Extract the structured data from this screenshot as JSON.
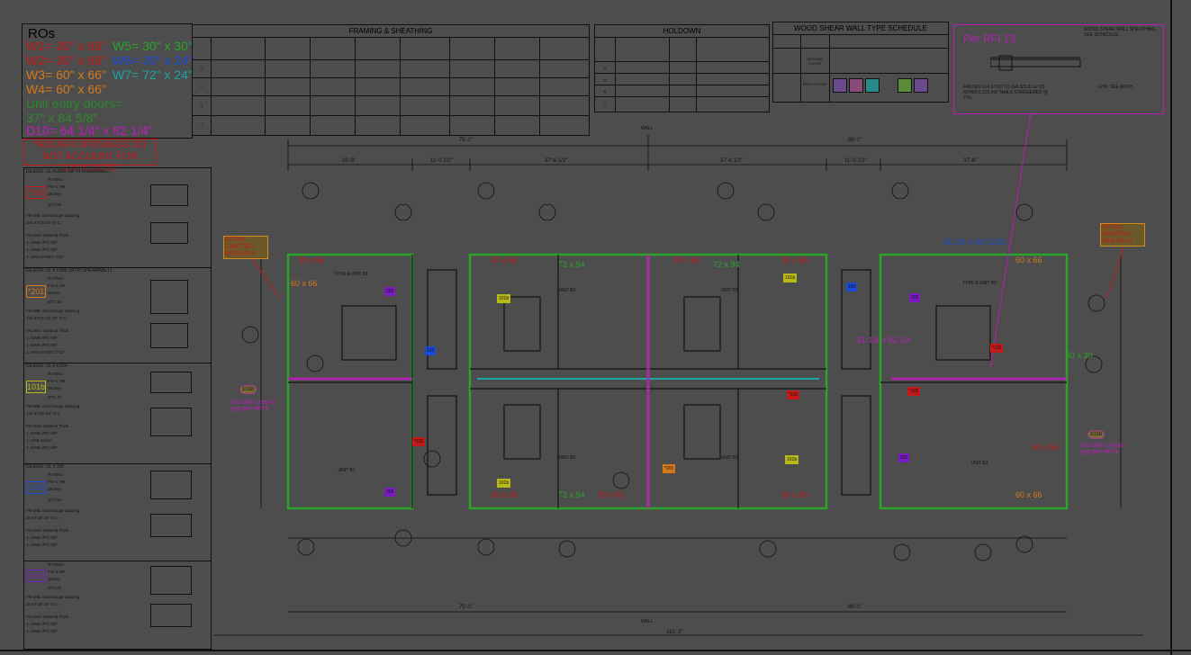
{
  "ros": {
    "title": "ROs",
    "items": [
      {
        "label": "W1= 30\" x 66\"",
        "color": "#c21a1a"
      },
      {
        "label": "W2= 30\" x 66\"",
        "color": "#c21a1a"
      },
      {
        "label": "W3= 60\" x 66\"",
        "color": "#d5781a"
      },
      {
        "label": "W4= 60\" x 66\"",
        "color": "#d5781a"
      },
      {
        "label": "W5= 30\" x 30\"",
        "color": "#2aa52a"
      },
      {
        "label": "W6= 30\" x 24\"",
        "color": "#1a4bd5"
      },
      {
        "label": "W7= 72\" x 24\"",
        "color": "#1aa5a5"
      },
      {
        "label": "Unit entry doors=",
        "color": "#2a8a2a"
      },
      {
        "label": "37\" x 84 5/8\"",
        "color": "#2a8a2a"
      },
      {
        "label": "D10= 64 1/4\" x 82 1/4\"",
        "color": "#c21ac2"
      }
    ],
    "note": "*ROUGH OPENINGS DO NOT ACCOUNT FOR GYPCRETE"
  },
  "ratings": [
    {
      "tag": "*102",
      "color": "#c21a1a",
      "head": "DESIGN: UL #U356 (WITH SHEARWALL)",
      "rows": [
        "RATING:",
        "Fire  1 HR",
        "Smoke",
        "STC  50",
        "FRAME: Size/Gauge  Spacing",
        "2x6 STUD  24\" O.C.",
        "FACING: Material  Thick",
        "1. GWB (FR)  5/8\"",
        "2. GWB (FR)  5/8\"",
        "3. SHEATHING  7/16\""
      ]
    },
    {
      "tag": "*201",
      "color": "#d5781a",
      "head": "DESIGN: UL # U305 (WITH SHEARWALL)",
      "rows": [
        "RATING:",
        "Fire  2 HR",
        "Smoke",
        "STC  50",
        "FRAME: Size/Gauge  Spacing",
        "2x6 STUD (2)  16\" O.C.",
        "FACING: Material  Thick",
        "1. GWB (FR)  5/8\"",
        "2. GWB (FR)  5/8\"",
        "3. SHEATHING  7/16\""
      ]
    },
    {
      "tag": "101b",
      "color": "#b8b81a",
      "head": "DESIGN: UL # U364",
      "rows": [
        "RATING:",
        "Fire  1 HR",
        "Smoke",
        "STC  41",
        "FRAME: Size/Gauge  Spacing",
        "2x6 STUD  24\" O.C.",
        "FACING: Material  Thick",
        "1. GWB (FR)  5/8\"",
        "2. OSB  15/32\"",
        "3. GWB (FR)  5/8\""
      ]
    },
    {
      "tag": "103",
      "color": "#1a4bd5",
      "head": "DESIGN: UL # 305",
      "rows": [
        "RATING:",
        "Fire  1 HR",
        "Smoke",
        "STC  54",
        "FRAME: Size/Gauge  Spacing",
        "2x STUD  16\" O.C.",
        "FACING: Material  Thick",
        "1. GWB (FR)  5/8\"",
        "2. GWB (FR)  5/8\""
      ]
    },
    {
      "tag": "202",
      "color": "#7a1ac2",
      "head": "",
      "rows": [
        "RATING:",
        "Fire  2 HR",
        "Smoke",
        "STC  60",
        "FRAME: Size/Gauge  Spacing",
        "2x STUD  16\" O.C.",
        "FACING: Material  Thick",
        "1. GWB (FR)  5/8\"",
        "2. GWB (FR)  5/8\""
      ]
    }
  ],
  "schedules": {
    "framing": {
      "title": "FRAMING & SHEATHING",
      "marks": [
        "1",
        "2",
        "3",
        "4"
      ]
    },
    "holdown": {
      "title": "HOLDOWN",
      "marks": [
        "X",
        "A",
        "B",
        "C"
      ]
    },
    "shearwall": {
      "title": "WOOD SHEAR WALL TYPE SCHEDULE",
      "rows": [
        "SECOND FLOOR",
        "FIRST FLOOR"
      ]
    }
  },
  "rfi": {
    "title": "Per RFI 13",
    "notes": [
      "WOOD SHEAR WALL SHEATHING, SEE SCHEDULE",
      "GYP, SEE ARCH",
      "FASTEN 2x4 STUD TO 2x6 STUD w/ (2) ROWS 0.131 in3\" NAILS STAGGERED @ 2\"oc"
    ]
  },
  "plan": {
    "dims_top": [
      "75'-1\"",
      "86'-1\"",
      "39'-6\"",
      "11'-0 1/2\"",
      "37'-6 1/2\"",
      "37'-6 1/2\"",
      "11'-0 1/2\"",
      "37'-6\""
    ],
    "dims_bottom": [
      "75'-1\"",
      "86'-1\"",
      "161'-2\""
    ],
    "units": [
      "TYPE A UNIT B1",
      "UNIT B2",
      "UNIT B2",
      "TYPE A UNIT B3",
      "UNIT B1",
      "UNIT B2",
      "UNIT B2",
      "UNIT B3"
    ],
    "wall_label": "WALL",
    "omitted": "DETAIL OMITTED PER RFI 8",
    "exclude": "Exclude exterior gyp per RFI 9",
    "window_labels": [
      "30 x 66",
      "60 x 66",
      "72 x 94",
      "30 x 66",
      "30 x 66",
      "72 x 94",
      "30 x 66",
      "60 x 66",
      "51 1/4 x 94 11/16",
      "61 1/4 x 82 1/4",
      "30 x 30",
      "30 x 66",
      "30 x 66",
      "72 x 94",
      "30 x 66",
      "30 x 66",
      "60 x 66"
    ]
  },
  "colors": {
    "green": "#2aa52a",
    "magenta": "#b81fb8",
    "cyan": "#1aa5a5",
    "red": "#c21a1a",
    "orange": "#d5781a"
  }
}
